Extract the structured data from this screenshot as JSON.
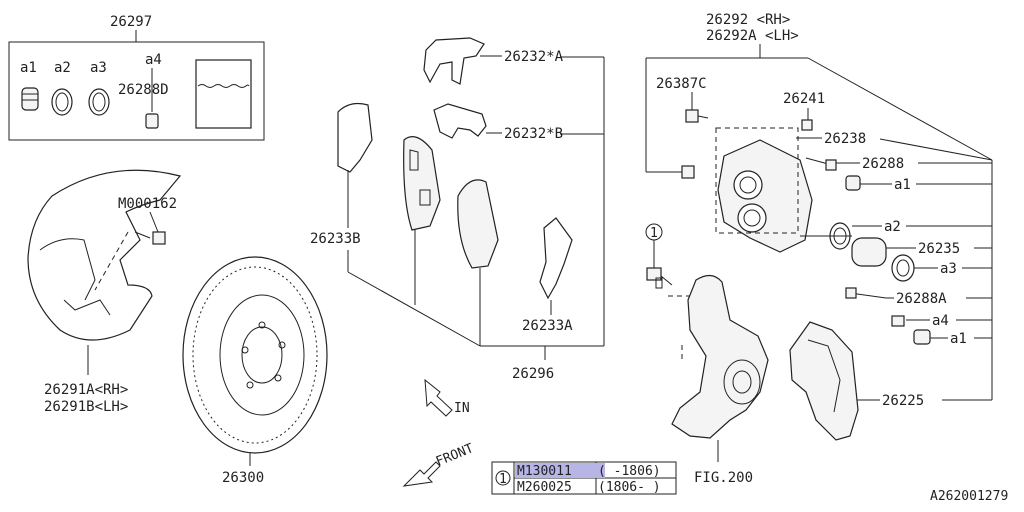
{
  "labels": {
    "l26297": "26297",
    "la1_top": "a1",
    "la2_top": "a2",
    "la3_top": "a3",
    "la4_top": "a4",
    "l26288D": "26288D",
    "lM000162": "M000162",
    "l26291A": "26291A<RH>",
    "l26291B": "26291B<LH>",
    "l26300": "26300",
    "l26232A": "26232*A",
    "l26232B": "26232*B",
    "l26233B": "26233B",
    "l26233A": "26233A",
    "l26296": "26296",
    "l26292": "26292 <RH>",
    "l26292A": "26292A <LH>",
    "l26387C": "26387C",
    "l26241": "26241",
    "l26238": "26238",
    "l26288": "26288",
    "la1_r1": "a1",
    "la2_r": "a2",
    "l26235": "26235",
    "la3_r": "a3",
    "l26288A": "26288A",
    "la4_r": "a4",
    "la1_r2": "a1",
    "l26225": "26225",
    "lFIG200": "FIG.200",
    "lIN": "IN",
    "lFRONT": "FRONT",
    "callout1": "1",
    "callout1_table": "1",
    "tbl_r1_part": "M130011",
    "tbl_r1_range": "( -1806)",
    "tbl_r2_part": "M260025",
    "tbl_r2_range": "(1806- )",
    "catalog_id": "A262001279"
  },
  "colors": {
    "highlight": "#b7b4e6",
    "line": "#222222"
  }
}
